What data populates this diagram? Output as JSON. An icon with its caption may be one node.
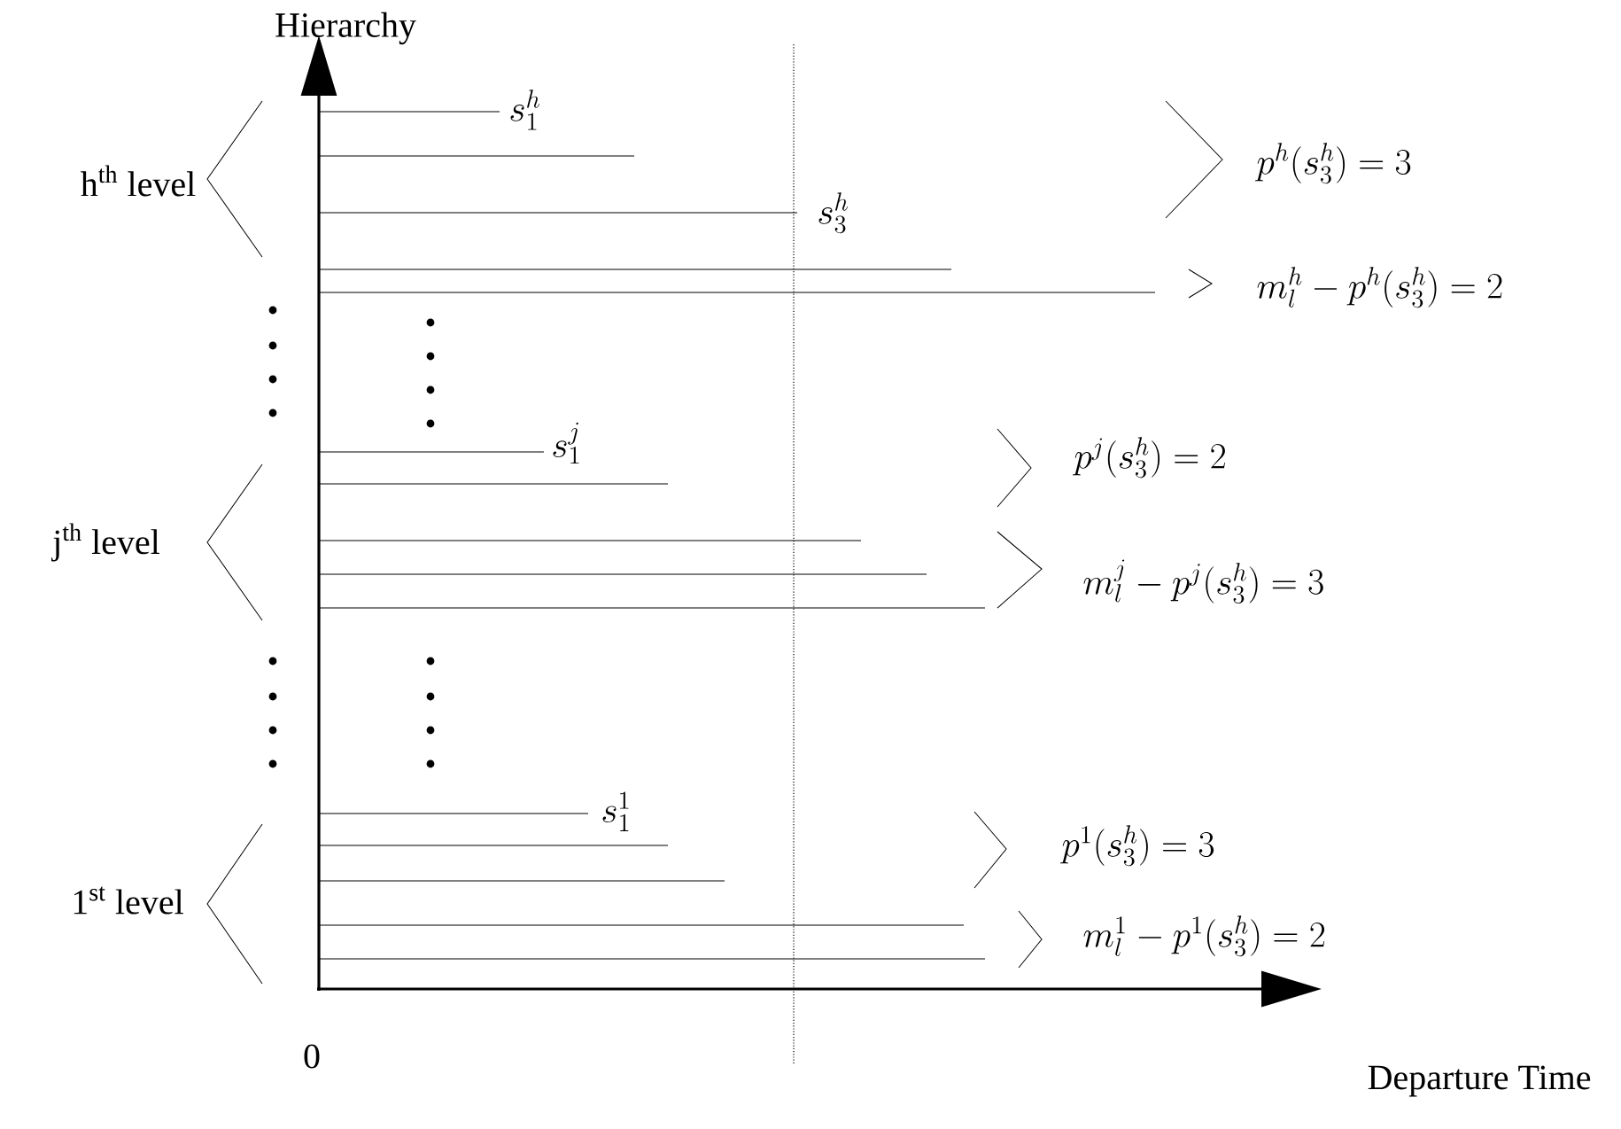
{
  "diagram": {
    "labels": [
      "Hierarchy",
      "s_1^h",
      "h$^{th}$ level",
      "p^h(s_3^h) = 3",
      "s_3^h",
      "m_l^h - p^h(s_3^h) = 2",
      "s_1^j",
      "p^j(s_3^h) = 2",
      "j$^{th}$ level",
      "m_l^j - p^j(s_3^h) = 3",
      "s_1^1",
      "p^1(s_3^h) = 3",
      "1$^{st}$ level",
      "m_l^1 - p^1(s_3^h) = 2",
      "0",
      "Departure Time"
    ]
  }
}
